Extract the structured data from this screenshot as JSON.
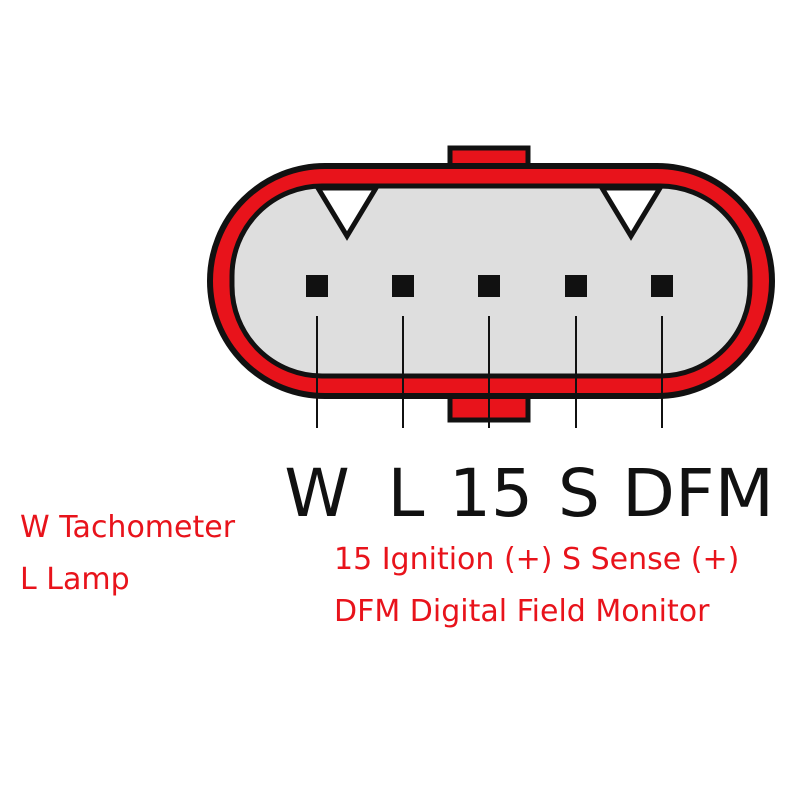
{
  "colors": {
    "rim": "#e8131b",
    "body": "#dedede",
    "outline": "#111111",
    "legend_text": "#e8131b"
  },
  "pins": [
    {
      "label": "W"
    },
    {
      "label": "L"
    },
    {
      "label": "15"
    },
    {
      "label": "S"
    },
    {
      "label": "DFM"
    }
  ],
  "legend_left": [
    "W Tachometer",
    "L Lamp"
  ],
  "legend_right": [
    "15 Ignition (+) S Sense (+)",
    "DFM Digital Field Monitor"
  ]
}
